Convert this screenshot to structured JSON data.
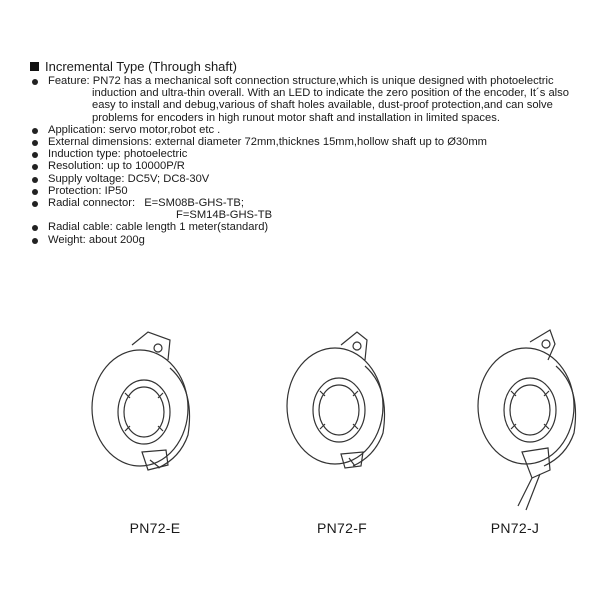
{
  "header": {
    "title": "Incremental Type (Through shaft)"
  },
  "specs": {
    "feature": {
      "label": "Feature:",
      "line1": "PN72 has a mechanical soft connection structure,which is unique designed with photoelectric",
      "line2": "induction and ultra-thin overall. With an LED to indicate the zero position of the encoder, It´s also",
      "line3": "easy to install and debug,various of shaft holes available, dust-proof protection,and can solve",
      "line4": "problems for encoders in high runout motor shaft and installation in limited spaces."
    },
    "application": {
      "label": "Application:",
      "value": "servo motor,robot etc ."
    },
    "dimensions": {
      "label": "External dimensions:",
      "value": "external diameter 72mm,thicknes 15mm,hollow shaft up to Ø30mm"
    },
    "induction": {
      "label": "Induction type:",
      "value": "photoelectric"
    },
    "resolution": {
      "label": "Resolution:",
      "value": "up to 10000P/R"
    },
    "voltage": {
      "label": "Supply voltage:",
      "value": "DC5V; DC8-30V"
    },
    "protection": {
      "label": "Protection:",
      "value": "IP50"
    },
    "connector": {
      "label": "Radial connector:",
      "value_e": "E=SM08B-GHS-TB;",
      "value_f": "F=SM14B-GHS-TB"
    },
    "cable": {
      "label": "Radial cable:",
      "value": "cable length 1 meter(standard)"
    },
    "weight": {
      "label": "Weight:",
      "value": "about 200g"
    }
  },
  "models": [
    {
      "name": "PN72-E"
    },
    {
      "name": "PN72-F"
    },
    {
      "name": "PN72-J"
    }
  ]
}
